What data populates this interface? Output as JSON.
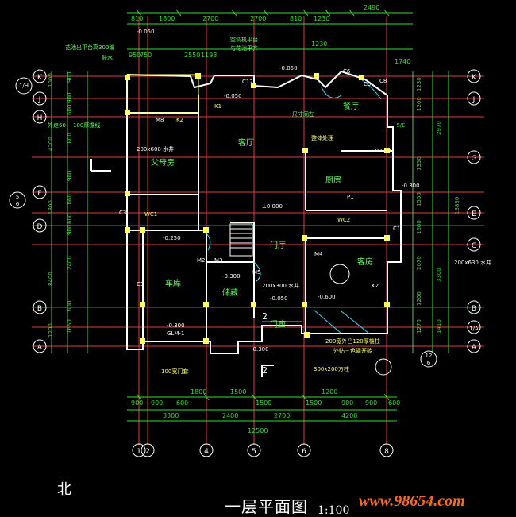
{
  "colors": {
    "background": "#000000",
    "grid_line": "#d94040",
    "dimension": "#33dd33",
    "wall": "#ffffff",
    "column": "#ffff66",
    "room_label": "#66ff66",
    "axis_bubble": "#ffffff",
    "watermark": "#ff6a1a",
    "door_window": "#33ddff"
  },
  "top_dims_row1": [
    "810",
    "1800",
    "2700",
    "2700",
    "810",
    "1230",
    "2490"
  ],
  "top_dims_row2": [
    "950",
    "750",
    "2550",
    "1193",
    "1230",
    "1740"
  ],
  "bottom_dims_row1": [
    "900",
    "900",
    "600",
    "1800",
    "1500",
    "1500",
    "1500",
    "1200",
    "900",
    "900",
    "600"
  ],
  "bottom_dims_row2": [
    "3300",
    "2400",
    "2700",
    "4200"
  ],
  "bottom_total": "12500",
  "left_dims": [
    "1000",
    "900",
    "900",
    "600",
    "4200",
    "1800",
    "900",
    "1800",
    "1060",
    "600",
    "900",
    "2400",
    "600",
    "8400",
    "1650",
    "1200"
  ],
  "right_dims": [
    "1230",
    "1200",
    "2970",
    "1350",
    "1500",
    "13830",
    "1600",
    "2070",
    "3300",
    "1200",
    "1270",
    "1410"
  ],
  "axes_vertical": [
    "1",
    "2",
    "4",
    "5",
    "6",
    "8"
  ],
  "axes_horizontal_left": [
    "K",
    "J",
    "H",
    "G",
    "F",
    "D",
    "C",
    "B",
    "A"
  ],
  "axes_horizontal_right": [
    "K",
    "J",
    "G",
    "E",
    "C",
    "B",
    "1/A",
    "A"
  ],
  "axis_left_fraction_top": "1/H",
  "axis_left_fraction_mid": "5",
  "axis_left_fraction_mid_bottom": "6",
  "axis_right_fraction": "5/E",
  "axis_right_fraction2": "12",
  "axis_right_fraction3": "6",
  "rooms": [
    "客厅",
    "父母房",
    "车库",
    "储藏",
    "门厅",
    "客房",
    "厨房",
    "餐厅",
    "门廊"
  ],
  "annotations": [
    "花池出平台高300编",
    "鼓水",
    "空调机平台",
    "与花池平齐",
    "尺寸同左",
    "外走60",
    "100厚檐线",
    "200x600 水井",
    "200x630 水井",
    "200x300 水井",
    "整体处理",
    "200宽外凸120厚檐柱",
    "外贴三色磷开砖",
    "300x200方柱",
    "100宽门套"
  ],
  "elevations": [
    "-0.050",
    "-0.050",
    "-0.050",
    "-0.250",
    "-0.300",
    "-0.300",
    "-0.300",
    "±0.000",
    "-0.600",
    "-0.050",
    "-0.300",
    "-0.050"
  ],
  "codes": [
    "M8",
    "K2",
    "K1",
    "C12",
    "C6",
    "C8",
    "C5",
    "M2",
    "M3",
    "M4",
    "M5",
    "C1",
    "C3",
    "C9",
    "K2",
    "WC1",
    "WC2",
    "GLM-1",
    "P1",
    "2",
    "2"
  ],
  "footer": {
    "north": "北",
    "title": "一层平面图",
    "scale": "1:100",
    "site": "www.98654.com"
  }
}
